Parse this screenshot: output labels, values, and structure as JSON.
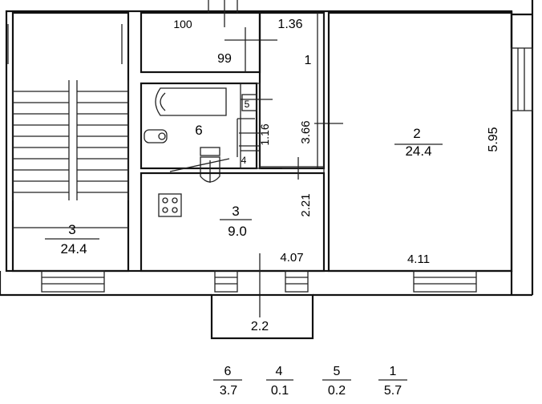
{
  "rooms": {
    "stair": {
      "number": "3",
      "area": "24.4"
    },
    "living_room": {
      "number": "2",
      "area": "24.4"
    },
    "kitchen": {
      "number": "3",
      "area": "9.0"
    },
    "bathroom": {
      "number": "6"
    },
    "hall_upper": {
      "number": "99"
    },
    "corridor": {
      "number": "1"
    },
    "closet_small": {
      "number": "5"
    },
    "toilet": {
      "number": "4"
    }
  },
  "dimensions": {
    "top_left": "100",
    "top_corridor": "1.36",
    "vertical_toilet": "1.16",
    "vertical_corridor": "3.66",
    "vertical_kitchen": "2.21",
    "vertical_living": "5.95",
    "kitchen_width": "4.07",
    "living_width": "4.11",
    "balcony": "2.2"
  },
  "legend": [
    {
      "number": "6",
      "area": "3.7"
    },
    {
      "number": "4",
      "area": "0.1"
    },
    {
      "number": "5",
      "area": "0.2"
    },
    {
      "number": "1",
      "area": "5.7"
    }
  ]
}
